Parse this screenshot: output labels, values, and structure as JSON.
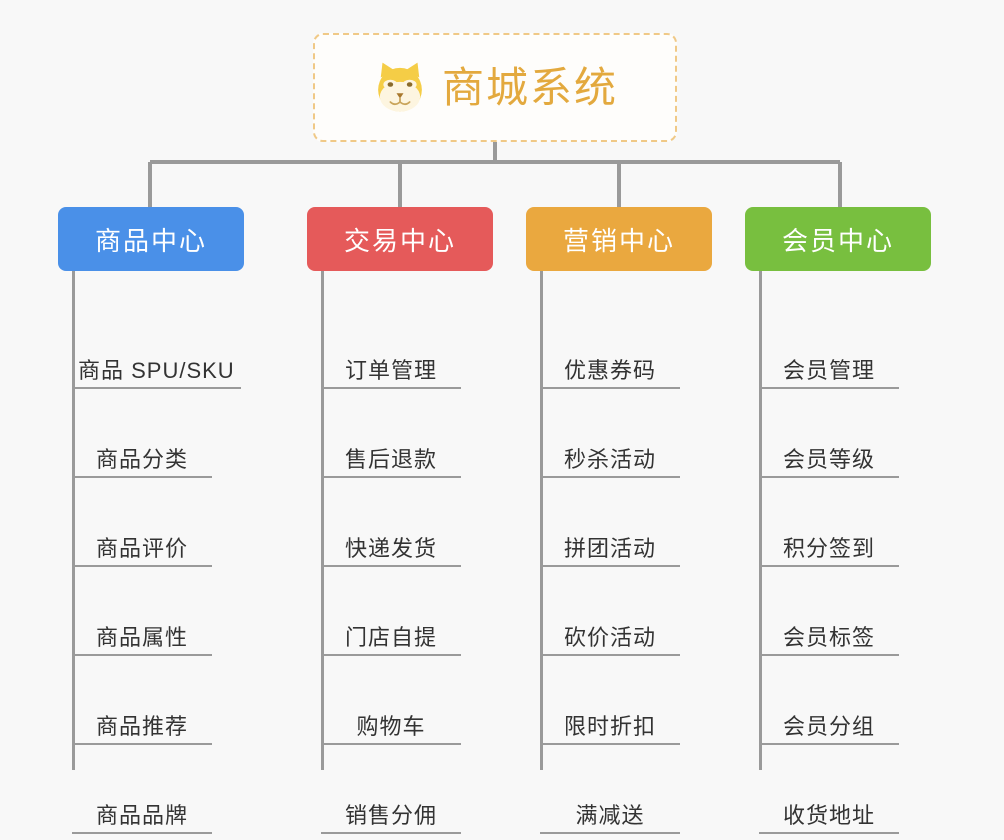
{
  "diagram": {
    "type": "organization-tree",
    "background_color": "#f8f8f8",
    "root": {
      "title": "商城系统",
      "icon": "shiba-dog-face-icon",
      "border_color": "#f0c987",
      "text_color": "#e3a93e"
    },
    "connector_color": "#9a9a9a",
    "columns": [
      {
        "label": "商品中心",
        "color": "#4a90e8",
        "items": [
          "商品 SPU/SKU",
          "商品分类",
          "商品评价",
          "商品属性",
          "商品推荐",
          "商品品牌"
        ]
      },
      {
        "label": "交易中心",
        "color": "#e55a5a",
        "items": [
          "订单管理",
          "售后退款",
          "快递发货",
          "门店自提",
          "购物车",
          "销售分佣"
        ]
      },
      {
        "label": "营销中心",
        "color": "#eaa83f",
        "items": [
          "优惠券码",
          "秒杀活动",
          "拼团活动",
          "砍价活动",
          "限时折扣",
          "满减送"
        ]
      },
      {
        "label": "会员中心",
        "color": "#78bf3f",
        "items": [
          "会员管理",
          "会员等级",
          "积分签到",
          "会员标签",
          "会员分组",
          "收货地址"
        ]
      }
    ]
  }
}
